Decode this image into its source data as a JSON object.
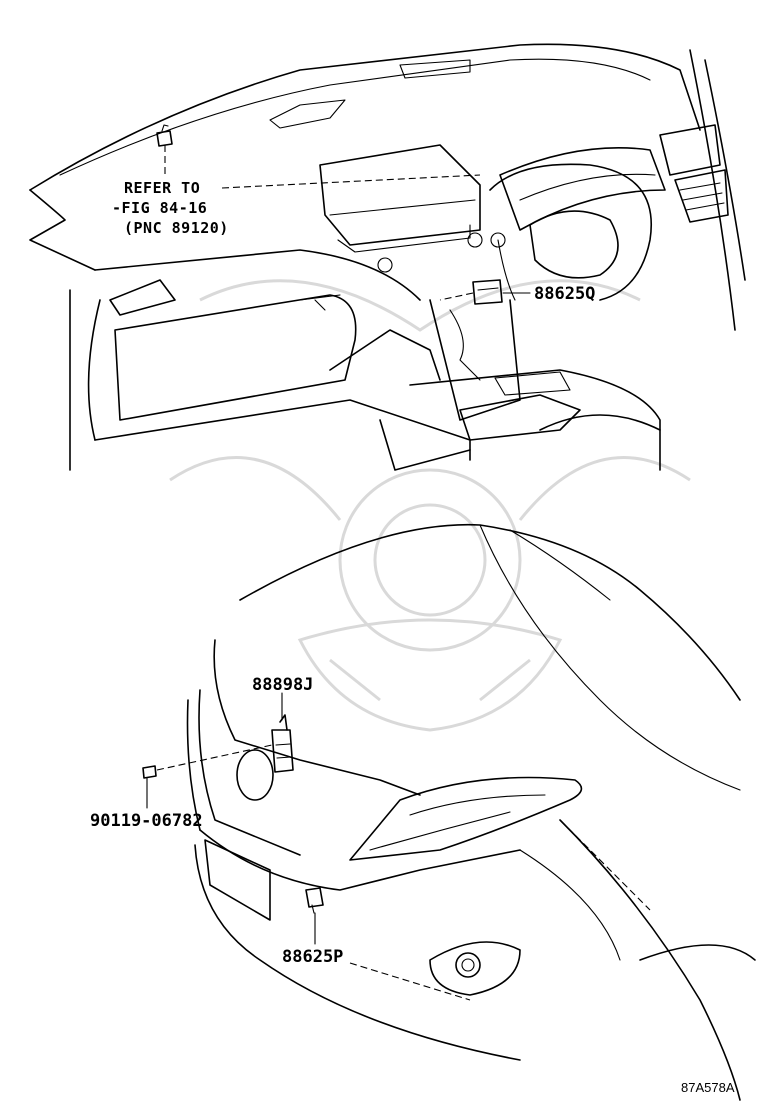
{
  "diagram": {
    "reference_note": {
      "line1": "REFER TO",
      "line2": "FIG 84-16",
      "line3": "(PNC 89120)"
    },
    "part_labels": {
      "sensor_dash": "88625Q",
      "bracket": "88898J",
      "bolt": "90119-06782",
      "sensor_front": "88625P"
    },
    "figure_id": "87A578A"
  }
}
